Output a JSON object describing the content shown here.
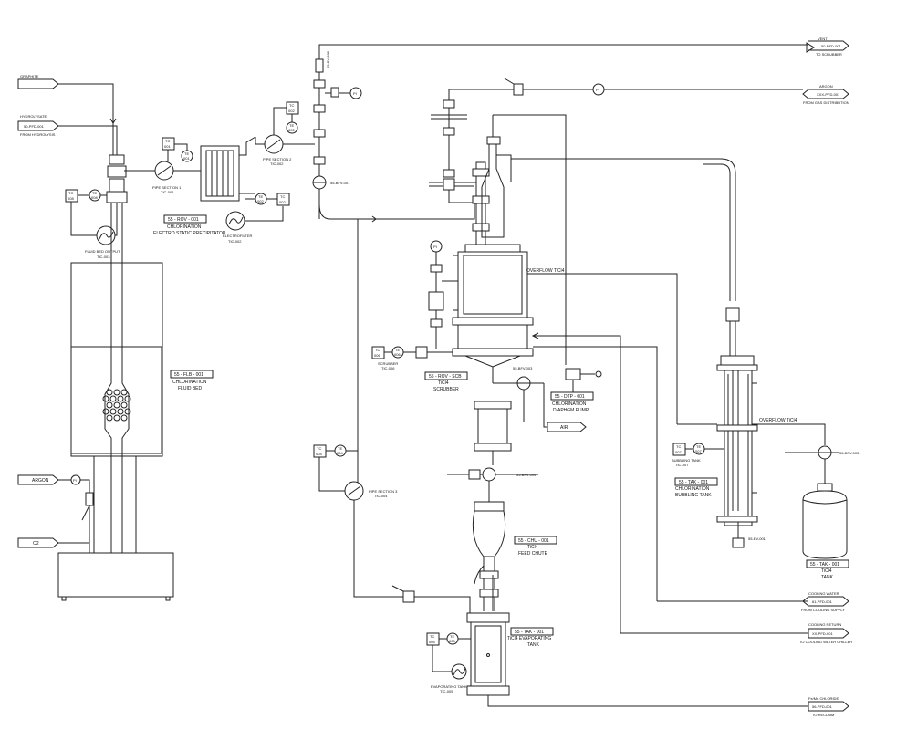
{
  "streams": {
    "graphite": {
      "label": "GRAPHITE"
    },
    "hydrolysate": {
      "label": "HYDROLYSATE",
      "code": "50-PFD-001",
      "note": "FROM HYDROLYSIS"
    },
    "argon_in": {
      "label": "ARGON"
    },
    "o2": {
      "label": "O2"
    },
    "vent": {
      "label": "VENT",
      "code": "50-PFD-001",
      "note": "TO SCRUBBER"
    },
    "argon_dist": {
      "label": "ARGON",
      "code": "XXX-PFD-001",
      "note": "FROM GAS DISTRIBUTION"
    },
    "air": {
      "label": "AIR"
    },
    "cooling_water": {
      "label": "COOLING WATER",
      "code": "61-PFD-001",
      "note": "FROM COOLING SUPPLY"
    },
    "cooling_return": {
      "label": "COOLING RETURN",
      "code": "XX-PFD-001",
      "note": "TO COOLING WATER CHILLER"
    },
    "fecl_chloride": {
      "label": "Fe/Mn CHLORIDE",
      "code": "56-PFD-001",
      "note": "TO RECLAIM"
    }
  },
  "equipment": {
    "fluid_bed": {
      "tag": "55 - FLB - 001",
      "name": "CHLORINATION",
      "desc": "FLUID BED"
    },
    "esp": {
      "tag": "55 - ROV - 001",
      "name": "CHLORINATION",
      "desc": "ELECTRO STATIC PRECIPITATOR"
    },
    "scrubber": {
      "tag": "55 - ROV - SCB",
      "name": "TiCl4",
      "desc": "SCRUBBER"
    },
    "diaphragm_pump": {
      "tag": "55 - DTP - 001",
      "name": "CHLORINATION",
      "desc": "DIAPHGM PUMP"
    },
    "feed_chute": {
      "tag": "55 - CHU - 001",
      "name": "TiCl4",
      "desc": "FEED CHUTE"
    },
    "evap_tank": {
      "tag": "55 - TAK - 001",
      "name": "TiCl4  EVAPORATING",
      "desc": "TANK"
    },
    "bubbling_tank": {
      "tag": "55 - TAK - 001",
      "name": "CHLORINATION",
      "desc": "BUBBLING TANK"
    },
    "ticl4_tank": {
      "tag": "55 - TAK - 001",
      "name": "TiCl4",
      "desc": "TANK"
    }
  },
  "notes": {
    "overflow1": "OVERFLOW TiCl4",
    "overflow2": "OVERFLOW TiCl4",
    "pipe1": "PIPE SECTION 1",
    "pipe1_tic": "TIC-001",
    "pipe2": "PIPE SECTION 2",
    "pipe2_tic": "TIC-002",
    "pipe3": "PIPE SECTION 3",
    "pipe3_tic": "TIC-004",
    "electrofilter": "ELECTROFILTER",
    "electrofilter_tic": "TIC-002",
    "fluid_bed_output": "FLUID BED OUTPUT",
    "fluid_bed_tic": "TIC-003",
    "scrubber_small": "SCRUBBER",
    "scrubber_tic": "TIC-006",
    "bubbling_small": "BUBBLING TANK",
    "bubbling_tic": "TIC-007",
    "evap_small": "EVAPORATING TANK",
    "evap_tic": "TIC-005",
    "bv001": "55-BFV-001",
    "bv003": "55-BFV-003",
    "bv004": "55-BFV-004",
    "bv005": "55-BFV-005",
    "bv_top": "55-BV-008",
    "bv_small": "55-BV-001"
  },
  "instruments": {
    "pi": "PI",
    "tc": "TC",
    "te": "TE",
    "tc_001": "001",
    "te_001": "001",
    "tc_002": "002",
    "te_002": "002",
    "tc_003": "003",
    "tc_004": "004",
    "te_004": "004",
    "tc_005": "005",
    "te_005": "005",
    "tc_006": "006",
    "te_006": "006",
    "tc_007": "007",
    "te_007": "007",
    "tc_008": "008",
    "te_008": "008"
  }
}
